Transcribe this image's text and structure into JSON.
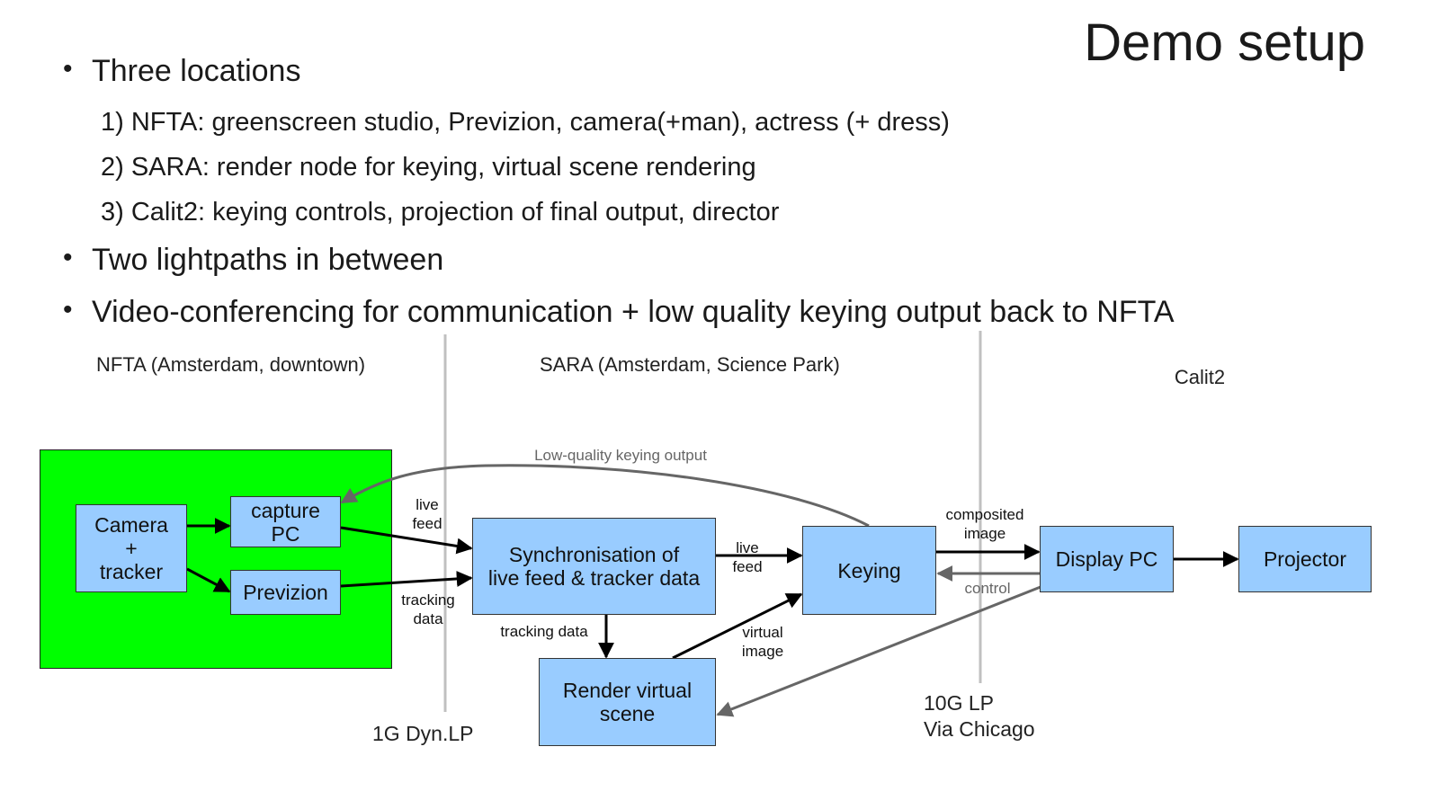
{
  "slide": {
    "title": "Demo setup",
    "bullets": [
      "Three locations",
      "Two lightpaths in between",
      "Video-conferencing for communication + low quality keying output back to NFTA"
    ],
    "subitems": [
      "1) NFTA: greenscreen studio, Previzion, camera(+man), actress (+ dress)",
      "2) SARA: render node for keying, virtual scene rendering",
      "3) Calit2: keying controls, projection of final output, director"
    ]
  },
  "diagram": {
    "locations": {
      "nfta": "NFTA\n(Amsterdam, downtown)",
      "sara": "SARA\n(Amsterdam, Science Park)",
      "calit2": "Calit2"
    },
    "nodes": {
      "camera": "Camera\n+\ntracker",
      "capture_pc": "capture\nPC",
      "previzion": "Previzion",
      "sync": "Synchronisation of\nlive feed & tracker data",
      "render": "Render virtual\nscene",
      "keying": "Keying",
      "display_pc": "Display PC",
      "projector": "Projector"
    },
    "edge_labels": {
      "low_quality": "Low-quality keying output",
      "live_feed_1": "live\nfeed",
      "tracking_data_1": "tracking\ndata",
      "live_feed_2": "live\nfeed",
      "tracking_data_2": "tracking data",
      "virtual_image": "virtual\nimage",
      "composited_image": "composited\nimage",
      "control": "control"
    },
    "lightpaths": {
      "lp1": "1G Dyn.LP",
      "lp2": "10G LP\nVia Chicago"
    },
    "colors": {
      "studio_green": "#00ff00",
      "node_blue": "#99ccff",
      "arrow_black": "#000000",
      "arrow_grey": "#666666",
      "divider_grey": "#c0c0c0"
    }
  }
}
